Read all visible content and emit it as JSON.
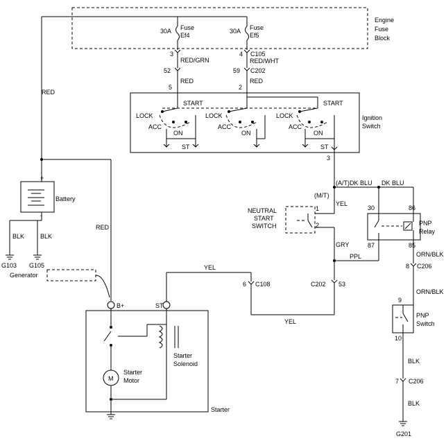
{
  "engine_fuse_block": {
    "line1": "Engine",
    "line2": "Fuse",
    "line3": "Block"
  },
  "fuse_ef4": {
    "rating": "30A",
    "name1": "Fuse",
    "name2": "Ef4"
  },
  "fuse_ef5": {
    "rating": "30A",
    "name1": "Fuse",
    "name2": "Ef5"
  },
  "c105": {
    "label": "C105",
    "pin_left": "3",
    "pin_right": "4"
  },
  "c202_top": {
    "label": "C202",
    "pin_left": "52",
    "pin_right": "59"
  },
  "wire_labels": {
    "red_grn": "RED/GRN",
    "red_wht": "RED/WHT",
    "red_a": "RED",
    "red_b": "RED",
    "red_left": "RED",
    "red_mid": "RED",
    "yel_top": "YEL",
    "yel_bottom": "YEL",
    "yel_mt": "YEL",
    "gry": "GRY",
    "ppl": "PPL",
    "at_dk_blu": "(A/T)DK BLU",
    "dk_blu": "DK BLU",
    "mt": "(M/T)",
    "orn_blk_1": "ORN/BLK",
    "orn_blk_2": "ORN/BLK",
    "blk_1": "BLK",
    "blk_2": "BLK",
    "blk_3": "BLK",
    "blk_4": "BLK"
  },
  "ignition_switch": {
    "pin_left": "5",
    "pin_right": "2",
    "pin_out": "3",
    "start1": "START",
    "start2": "START",
    "lock1": "LOCK",
    "lock2": "LOCK",
    "lock3": "LOCK",
    "acc1": "ACC",
    "acc2": "ACC",
    "acc3": "ACC",
    "on1": "ON",
    "on2": "ON",
    "on3": "ON",
    "st1": "ST",
    "st2": "ST",
    "label1": "Ignition",
    "label2": "Switch"
  },
  "battery": {
    "label": "Battery",
    "plus": "+",
    "minus": "-"
  },
  "grounds": {
    "g103": "G103",
    "g105": "G105",
    "g201": "G201"
  },
  "neutral_start_switch": {
    "line1": "NEUTRAL",
    "line2": "START",
    "line3": "SWITCH",
    "pin1": "1",
    "pin2": "2"
  },
  "pnp_relay": {
    "line1": "PNP",
    "line2": "Relay",
    "pin30": "30",
    "pin86": "86",
    "pin87": "87",
    "pin85": "85"
  },
  "c206_top": {
    "label": "C206",
    "pin": "8"
  },
  "c206_bottom": {
    "label": "C206",
    "pin": "7"
  },
  "pnp_switch": {
    "line1": "PNP",
    "line2": "Switch",
    "pin9": "9",
    "pin10": "10"
  },
  "c108": {
    "label": "C108",
    "pin": "6"
  },
  "c202_bottom": {
    "label": "C202",
    "pin": "53"
  },
  "generator": {
    "label": "Generator"
  },
  "starter": {
    "label": "Starter",
    "b_plus": "B+",
    "st": "ST",
    "motor1": "Starter",
    "motor2": "Motor",
    "motor_symbol": "M",
    "solenoid1": "Starter",
    "solenoid2": "Solenoid"
  }
}
